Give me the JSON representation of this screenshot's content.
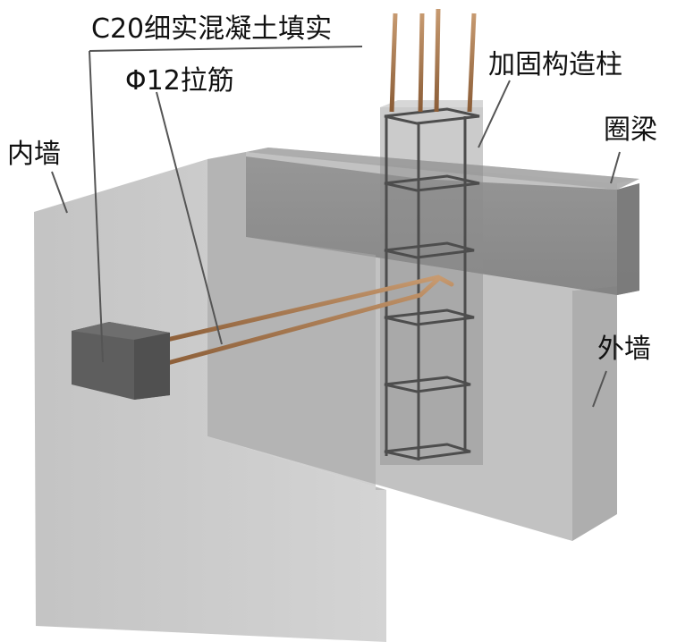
{
  "labels": {
    "infill": "C20细实混凝土填实",
    "tie_bar": "Φ12拉筋",
    "inner_wall": "内墙",
    "column": "加固构造柱",
    "ring_beam": "圈梁",
    "outer_wall": "外墙"
  },
  "colors": {
    "wall_light": "#c9c9c9",
    "wall_mid": "#b4b4b4",
    "wall_dark": "#9d9d9d",
    "beam": "#8a8a8a",
    "rebar": "#a0724a",
    "stirrup": "#505050",
    "block": "#5e5e5e",
    "leader": "#555555"
  }
}
